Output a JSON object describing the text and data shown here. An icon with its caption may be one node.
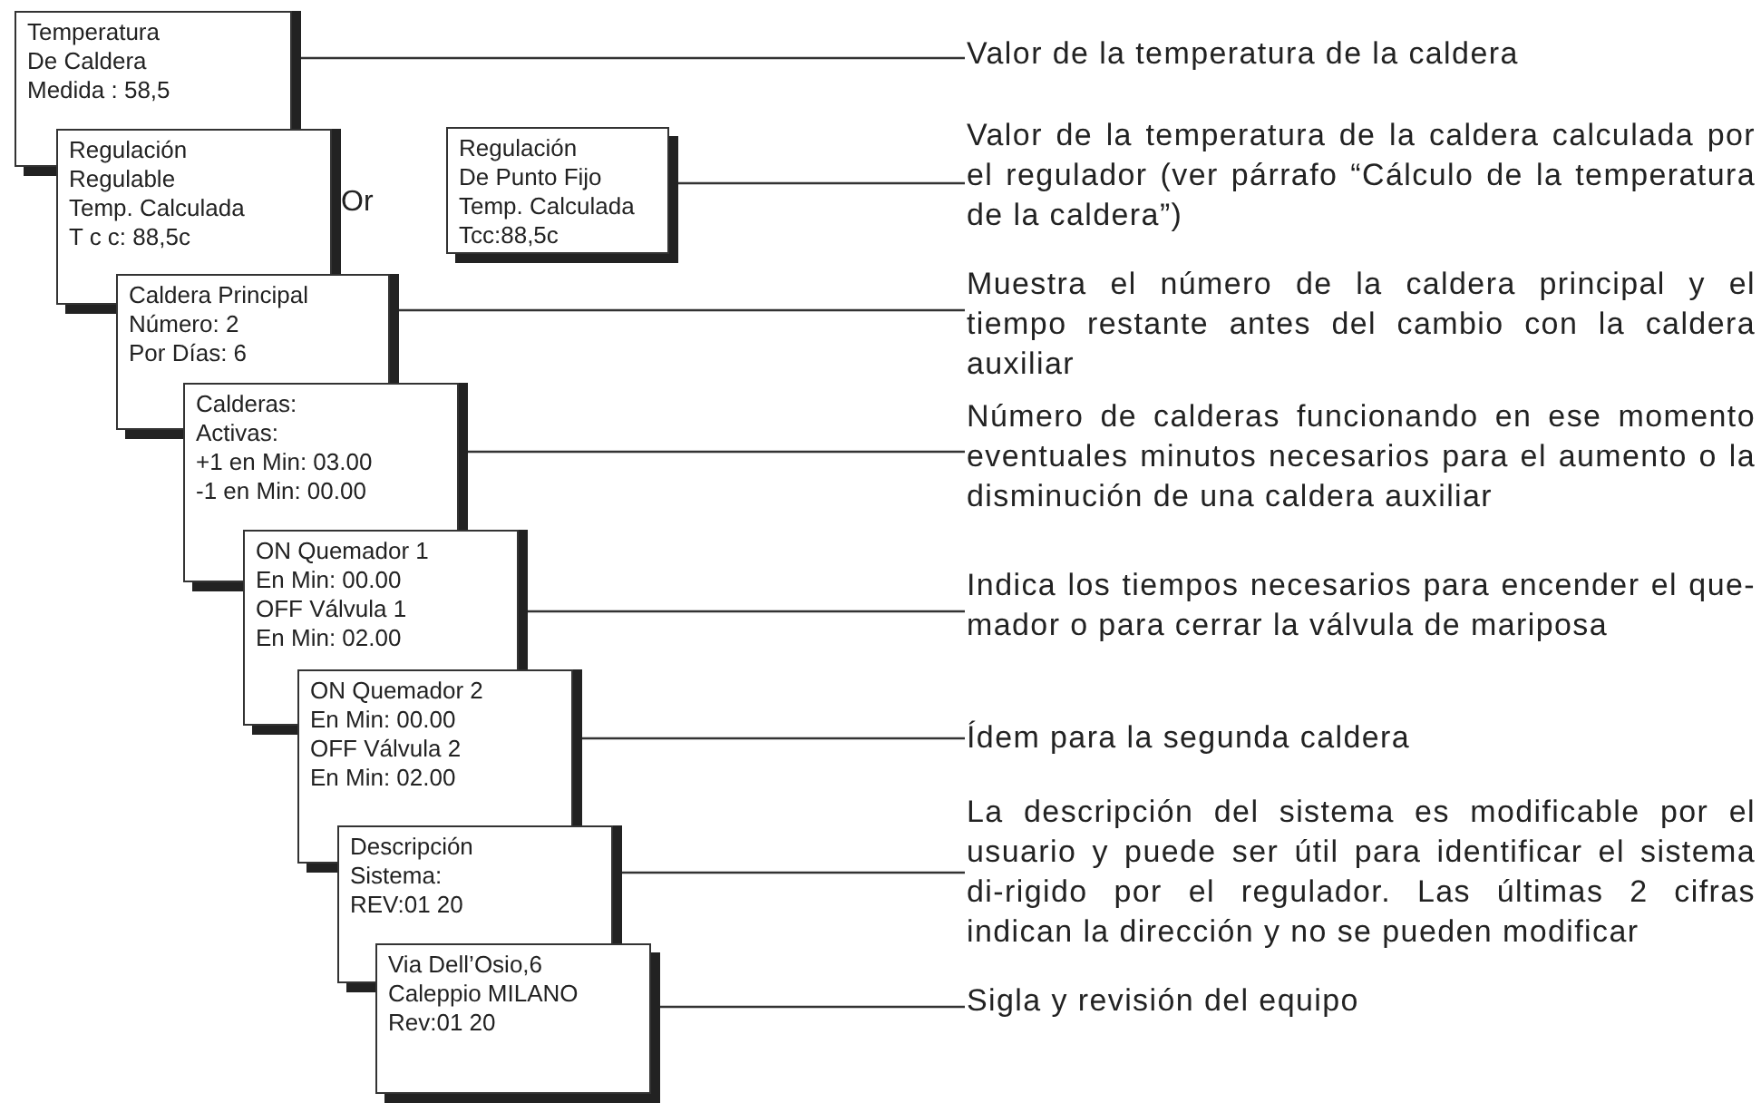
{
  "diagram": {
    "nodes": [
      {
        "text": [
          "Temperatura",
          "De Caldera",
          "Medida : 58,5"
        ]
      },
      {
        "text": [
          "Regulación",
          "Regulable",
          "Temp. Calculada",
          "T c c: 88,5c"
        ]
      },
      {
        "text": [
          "Regulación",
          "De Punto Fijo",
          "Temp. Calculada",
          "Tcc:88,5c"
        ]
      },
      {
        "text": [
          "Caldera Principal",
          "Número: 2",
          "Por Días: 6"
        ]
      },
      {
        "text": [
          "Calderas:",
          "Activas:",
          "+1 en Min: 03.00",
          "-1 en Min: 00.00"
        ]
      },
      {
        "text": [
          "ON Quemador 1",
          "En Min: 00.00",
          "OFF Válvula 1",
          "En Min: 02.00"
        ]
      },
      {
        "text": [
          "ON Quemador 2",
          "En Min: 00.00",
          "OFF Válvula 2",
          "En Min: 02.00"
        ]
      },
      {
        "text": [
          "Descripción",
          "Sistema:",
          "REV:01 20"
        ]
      },
      {
        "text": [
          "Via Dell’Osio,6",
          "Caleppio MILANO",
          "Rev:01 20"
        ]
      },
      {
        "text": [
          "Valor de la temperatura de la caldera"
        ]
      },
      {
        "text": [
          "Valor de la temperatura de la caldera calculada por el regulador (ver párrafo “Cálculo de la temperatura de la caldera”)"
        ]
      },
      {
        "text": [
          "Muestra el número de la caldera principal y el tiempo restante antes del cambio con la caldera auxiliar"
        ]
      },
      {
        "text": [
          "Número de calderas funcionando en ese momento eventuales minutos necesarios para el aumento o la disminución de una caldera auxiliar"
        ]
      },
      {
        "text": [
          "Indica los tiempos necesarios para encender el que-mador o para cerrar la válvula de mariposa"
        ]
      },
      {
        "text": [
          "Ídem para la segunda caldera"
        ]
      },
      {
        "text": [
          "La descripción del sistema es modificable por el usuario y puede ser útil para identificar el sistema di-rigido por el regulador. Las últimas 2 cifras indican la dirección y no se pueden modificar"
        ]
      },
      {
        "text": [
          "Sigla y revisión del equipo"
        ]
      }
    ],
    "edges": [
      {
        "from": 0,
        "to": 9,
        "arrow": "none"
      },
      {
        "from": 2,
        "to": 10,
        "arrow": "none"
      },
      {
        "from": 3,
        "to": 11,
        "arrow": "none"
      },
      {
        "from": 4,
        "to": 12,
        "arrow": "none"
      },
      {
        "from": 5,
        "to": 13,
        "arrow": "none"
      },
      {
        "from": 6,
        "to": 14,
        "arrow": "none"
      },
      {
        "from": 7,
        "to": 15,
        "arrow": "none"
      },
      {
        "from": 8,
        "to": 16,
        "arrow": "none"
      }
    ],
    "labels": [
      "Or"
    ]
  }
}
